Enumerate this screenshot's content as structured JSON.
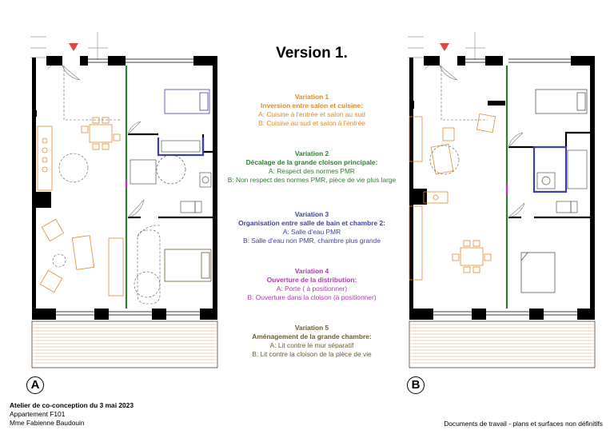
{
  "title": "Version 1.",
  "colors": {
    "orange": "#e08a2c",
    "green": "#2e7d32",
    "blue": "#3f3fa0",
    "magenta": "#b03ab0",
    "olive": "#6d5a2e",
    "wall": "#000000",
    "stair": "#e0473a"
  },
  "variations": [
    {
      "heading": "Variation 1",
      "subtitle": "Inversion entre salon et cuisine:",
      "options": [
        "A: Cuisine à l'entrée et salon au sud",
        "B: Cuisine au sud et salon à l'entrée"
      ],
      "color": "#e08a2c"
    },
    {
      "heading": "Variation 2",
      "subtitle": "Décalage de la grande cloison principale:",
      "options": [
        "A: Respect des normes PMR",
        "B: Non respect des normes PMR, pièce de vie plus large"
      ],
      "color": "#2e7d32"
    },
    {
      "heading": "Variation 3",
      "subtitle": "Organisation entre salle de bain et chambre 2:",
      "options": [
        "A: Salle d'eau PMR",
        "B: Salle d'eau non PMR, chambre plus grande"
      ],
      "color": "#3f3fa0"
    },
    {
      "heading": "Variation 4",
      "subtitle": "Ouverture de la distribution:",
      "options": [
        "A: Porte ( à positionner)",
        "B: Ouverture dans la cloison (à positionner)"
      ],
      "color": "#b03ab0"
    },
    {
      "heading": "Variation 5",
      "subtitle": "Aménagement de la grande chambre:",
      "options": [
        "A: Lit contre le mur séparatif",
        "B: Lit contre la cloison de la pièce de vie"
      ],
      "color": "#6d5a2e"
    }
  ],
  "plans": [
    {
      "label": "A",
      "variant": "kitchen-at-entrance"
    },
    {
      "label": "B",
      "variant": "living-at-entrance"
    }
  ],
  "footer": {
    "event": "Atelier de co-conception du 3 mai 2023",
    "apartment": "Appartement F101",
    "person": "Mme Fabienne Baudouin",
    "disclaimer": "Documents de travail - plans et surfaces non définitifs"
  }
}
